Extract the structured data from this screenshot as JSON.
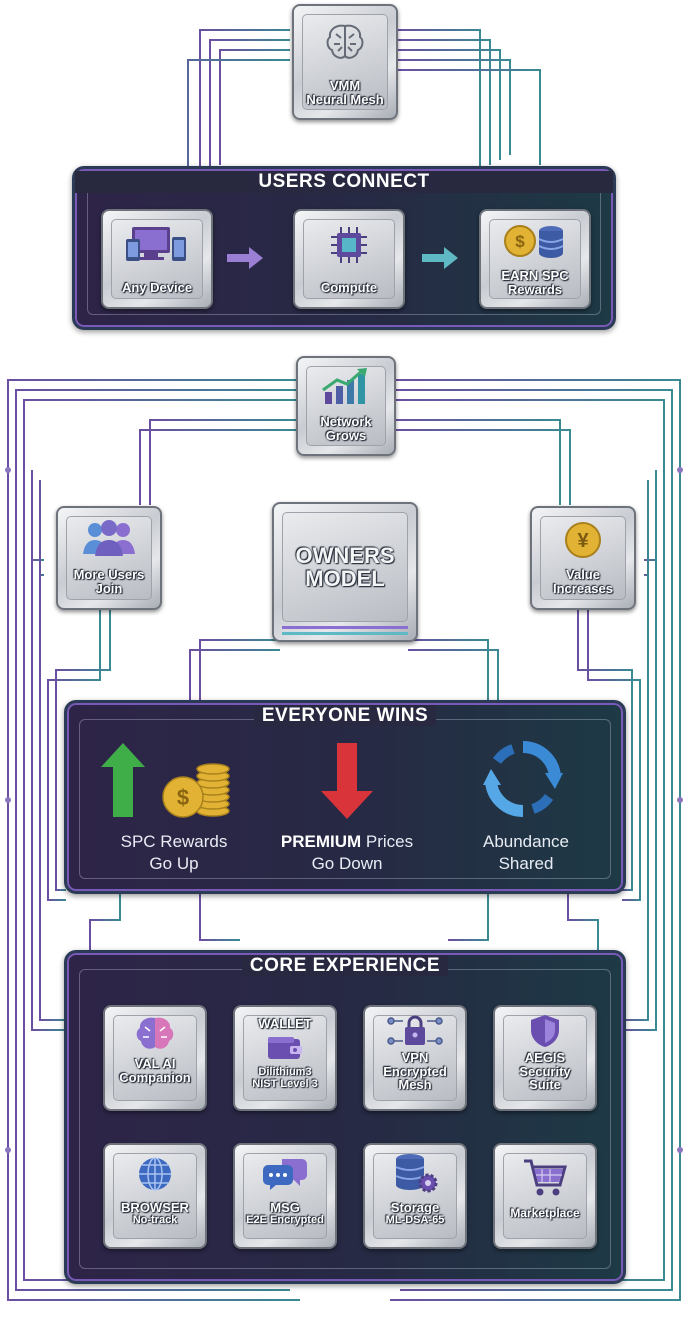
{
  "top_chip": {
    "line1": "VMM",
    "line2": "Neural Mesh",
    "icon": "brain-icon"
  },
  "users_connect": {
    "title": "USERS CONNECT",
    "steps": [
      {
        "label": "Any Device",
        "icon": "devices-icon"
      },
      {
        "label": "Compute",
        "icon": "processor-icon"
      },
      {
        "line1": "EARN SPC",
        "line2": "Rewards",
        "icon": "coins-icon"
      }
    ]
  },
  "network_chip": {
    "line1": "Network",
    "line2": "Grows",
    "icon": "growth-chart-icon"
  },
  "owners_chip": {
    "line1": "OWNERS",
    "line2": "MODEL"
  },
  "more_users_chip": {
    "line1": "More Users",
    "line2": "Join",
    "icon": "users-group-icon"
  },
  "value_chip": {
    "line1": "Value",
    "line2": "Increases",
    "icon": "yen-coin-icon"
  },
  "everyone_wins": {
    "title": "EVERYONE WINS",
    "items": [
      {
        "line1": "SPC Rewards",
        "line2": "Go Up",
        "icon": "arrow-up-coins-icon"
      },
      {
        "bold": "PREMIUM",
        "line1_rest": " Prices",
        "line2": "Go Down",
        "icon": "arrow-down-icon"
      },
      {
        "line1": "Abundance",
        "line2": "Shared",
        "icon": "recycle-arrows-icon"
      }
    ]
  },
  "core_experience": {
    "title": "CORE EXPERIENCE",
    "items": [
      {
        "line1": "VAL AI",
        "line2": "Companion",
        "icon": "brain-color-icon"
      },
      {
        "line0": "WALLET",
        "line1": "Dilithium3",
        "line2": "NIST Level 3",
        "icon": "wallet-icon"
      },
      {
        "line1": "VPN",
        "line2": "Encrypted",
        "line3": "Mesh",
        "icon": "lock-network-icon"
      },
      {
        "line1": "AEGIS",
        "line2": "Security",
        "line3": "Suite",
        "icon": "shield-icon"
      },
      {
        "line1": "BROWSER",
        "line2": "No-track",
        "icon": "globe-icon"
      },
      {
        "line1": "MSG",
        "line2": "E2E Encrypted",
        "icon": "chat-bubbles-icon"
      },
      {
        "line1": "Storage",
        "line2": "ML-DSA-65",
        "icon": "database-gear-icon"
      },
      {
        "line1": "Marketplace",
        "icon": "cart-icon"
      }
    ]
  },
  "colors": {
    "panel_purple": "#2e2448",
    "panel_teal": "#1d3a45",
    "trace_purple": "#6b4fa0",
    "trace_teal": "#3a8a93",
    "arrow_purple": "#9b7fd4",
    "arrow_teal": "#5fb9c4",
    "green_arrow": "#3fae49",
    "red_arrow": "#d8343a",
    "gold": "#e1b233"
  }
}
